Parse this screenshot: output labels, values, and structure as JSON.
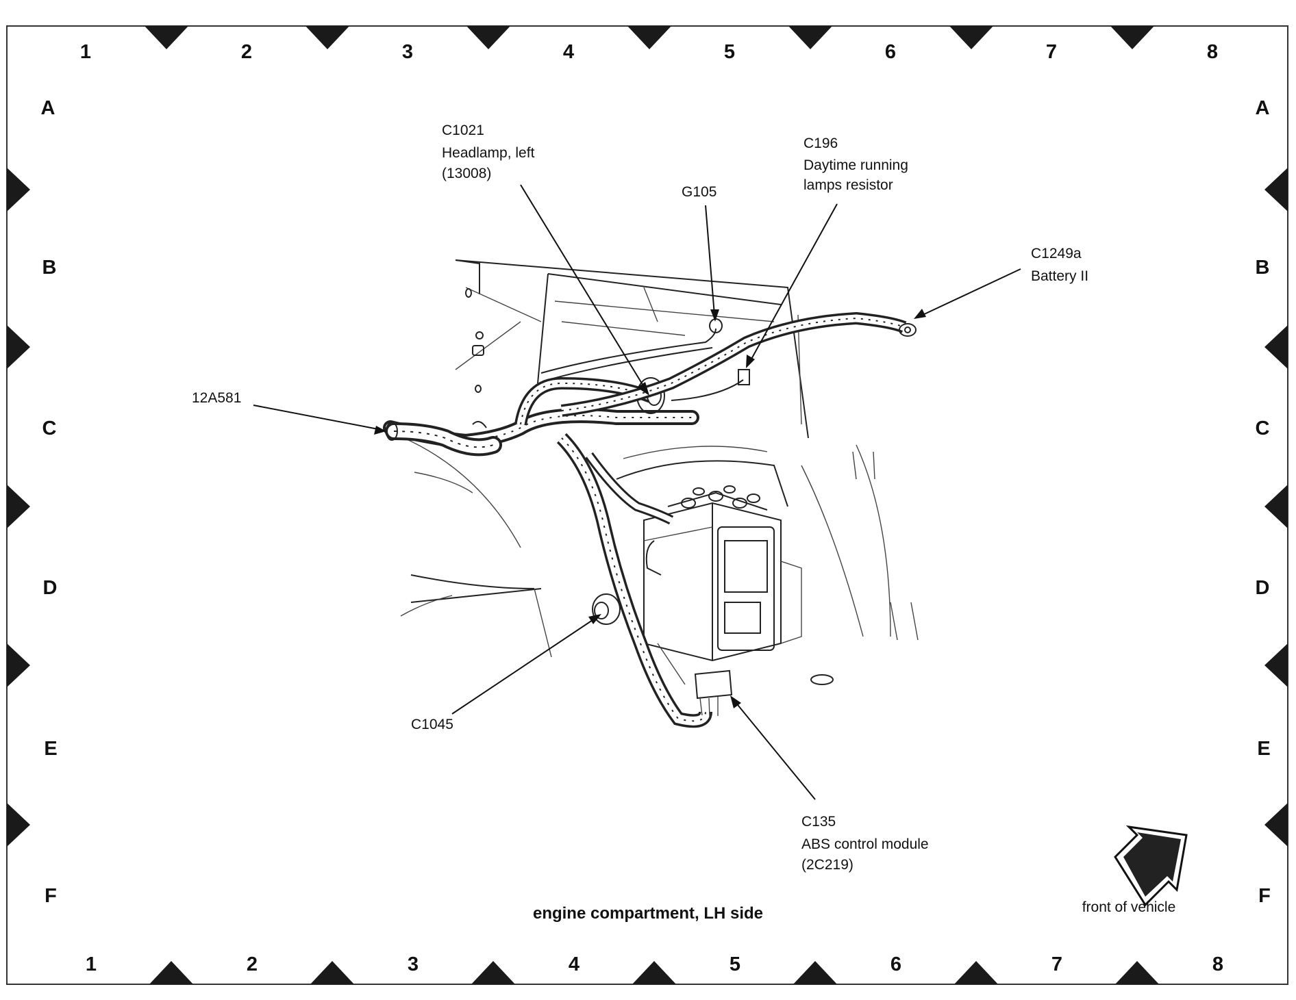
{
  "grid": {
    "columns": [
      "1",
      "2",
      "3",
      "4",
      "5",
      "6",
      "7",
      "8"
    ],
    "rows": [
      "A",
      "B",
      "C",
      "D",
      "E",
      "F"
    ]
  },
  "caption": "engine compartment, LH side",
  "front_of_vehicle_label": "front of vehicle",
  "callouts": [
    {
      "id": "c1021",
      "lines": [
        "C1021",
        "Headlamp, left",
        "(13008)"
      ]
    },
    {
      "id": "g105",
      "lines": [
        "G105"
      ]
    },
    {
      "id": "c196",
      "lines": [
        "C196",
        "Daytime running",
        "lamps resistor"
      ]
    },
    {
      "id": "c1249a",
      "lines": [
        "C1249a",
        "Battery II"
      ]
    },
    {
      "id": "12a581",
      "lines": [
        "12A581"
      ]
    },
    {
      "id": "c1045",
      "lines": [
        "C1045"
      ]
    },
    {
      "id": "c135",
      "lines": [
        "C135",
        "ABS control module",
        "(2C219)"
      ]
    }
  ],
  "colors": {
    "ink": "#111111",
    "border": "#333333",
    "marker": "#1a1a1a"
  },
  "icons": [
    "triangle-marker-icon",
    "front-arrow-icon"
  ]
}
